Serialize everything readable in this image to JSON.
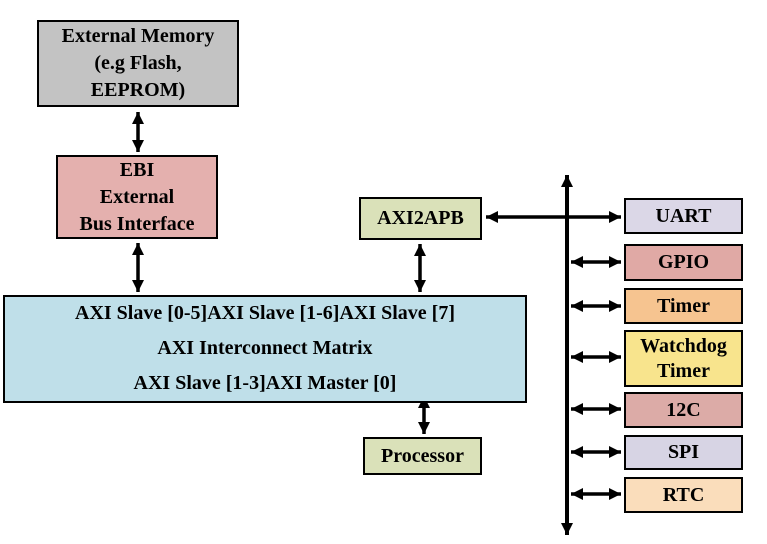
{
  "nodes": {
    "external_memory": {
      "lines": [
        "External Memory",
        "(e.g Flash,",
        "EEPROM)"
      ],
      "color": "#c3c3c3"
    },
    "ebi": {
      "lines": [
        "EBI",
        "External",
        "Bus Interface"
      ],
      "color": "#e4b0ae"
    },
    "axi2apb": {
      "label": "AXI2APB",
      "color": "#dae1b9"
    },
    "processor": {
      "label": "Processor",
      "color": "#dae1b9"
    },
    "matrix": {
      "title": "AXI Interconnect Matrix",
      "color": "#bfdfe9",
      "ports": {
        "slave_0_5": "AXI Slave [0-5]",
        "slave_1_6": "AXI Slave [1-6]",
        "slave_7": "AXI Slave [7]",
        "slave_1_3": "AXI Slave [1-3]",
        "master_0": "AXI Master [0]"
      }
    },
    "peripherals": [
      {
        "id": "uart",
        "label": "UART",
        "color": "#dbd7e7"
      },
      {
        "id": "gpio",
        "label": "GPIO",
        "color": "#e0a9a5"
      },
      {
        "id": "timer",
        "label": "Timer",
        "color": "#f6c490"
      },
      {
        "id": "watchdog",
        "lines": [
          "Watchdog",
          "Timer"
        ],
        "color": "#f8e48d"
      },
      {
        "id": "i2c",
        "label": "12C",
        "color": "#dcaba7"
      },
      {
        "id": "spi",
        "label": "SPI",
        "color": "#d7d4e4"
      },
      {
        "id": "rtc",
        "label": "RTC",
        "color": "#faddbb"
      }
    ]
  },
  "edges": [
    {
      "from": "external_memory",
      "to": "ebi",
      "type": "bidirectional"
    },
    {
      "from": "ebi",
      "to": "matrix",
      "type": "bidirectional"
    },
    {
      "from": "axi2apb",
      "to": "matrix",
      "type": "bidirectional"
    },
    {
      "from": "matrix",
      "to": "processor",
      "type": "bidirectional"
    },
    {
      "from": "axi2apb",
      "to": "uart",
      "type": "bidirectional"
    },
    {
      "from": "peripheral-bus",
      "to": "gpio",
      "type": "bidirectional"
    },
    {
      "from": "peripheral-bus",
      "to": "timer",
      "type": "bidirectional"
    },
    {
      "from": "peripheral-bus",
      "to": "watchdog",
      "type": "bidirectional"
    },
    {
      "from": "peripheral-bus",
      "to": "i2c",
      "type": "bidirectional"
    },
    {
      "from": "peripheral-bus",
      "to": "spi",
      "type": "bidirectional"
    },
    {
      "from": "peripheral-bus",
      "to": "rtc",
      "type": "bidirectional"
    }
  ]
}
